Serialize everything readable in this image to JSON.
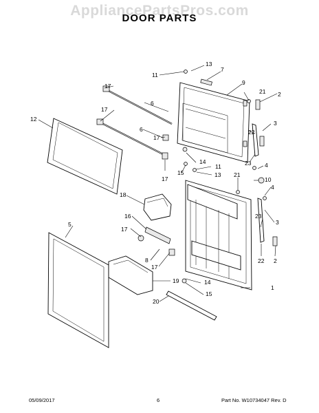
{
  "watermark": "AppliancePartsPros.com",
  "title": "DOOR PARTS",
  "footer": {
    "date": "05/09/2017",
    "page": "6",
    "part_no": "Part No.  W10734047  Rev. D"
  },
  "callouts": [
    "1",
    "2",
    "2",
    "3",
    "3",
    "4",
    "4",
    "5",
    "6",
    "6",
    "7",
    "8",
    "9",
    "10",
    "11",
    "11",
    "12",
    "13",
    "13",
    "14",
    "14",
    "15",
    "15",
    "16",
    "17",
    "17",
    "17",
    "17",
    "17",
    "17",
    "18",
    "19",
    "20",
    "21",
    "21",
    "22",
    "22",
    "23",
    "23"
  ]
}
